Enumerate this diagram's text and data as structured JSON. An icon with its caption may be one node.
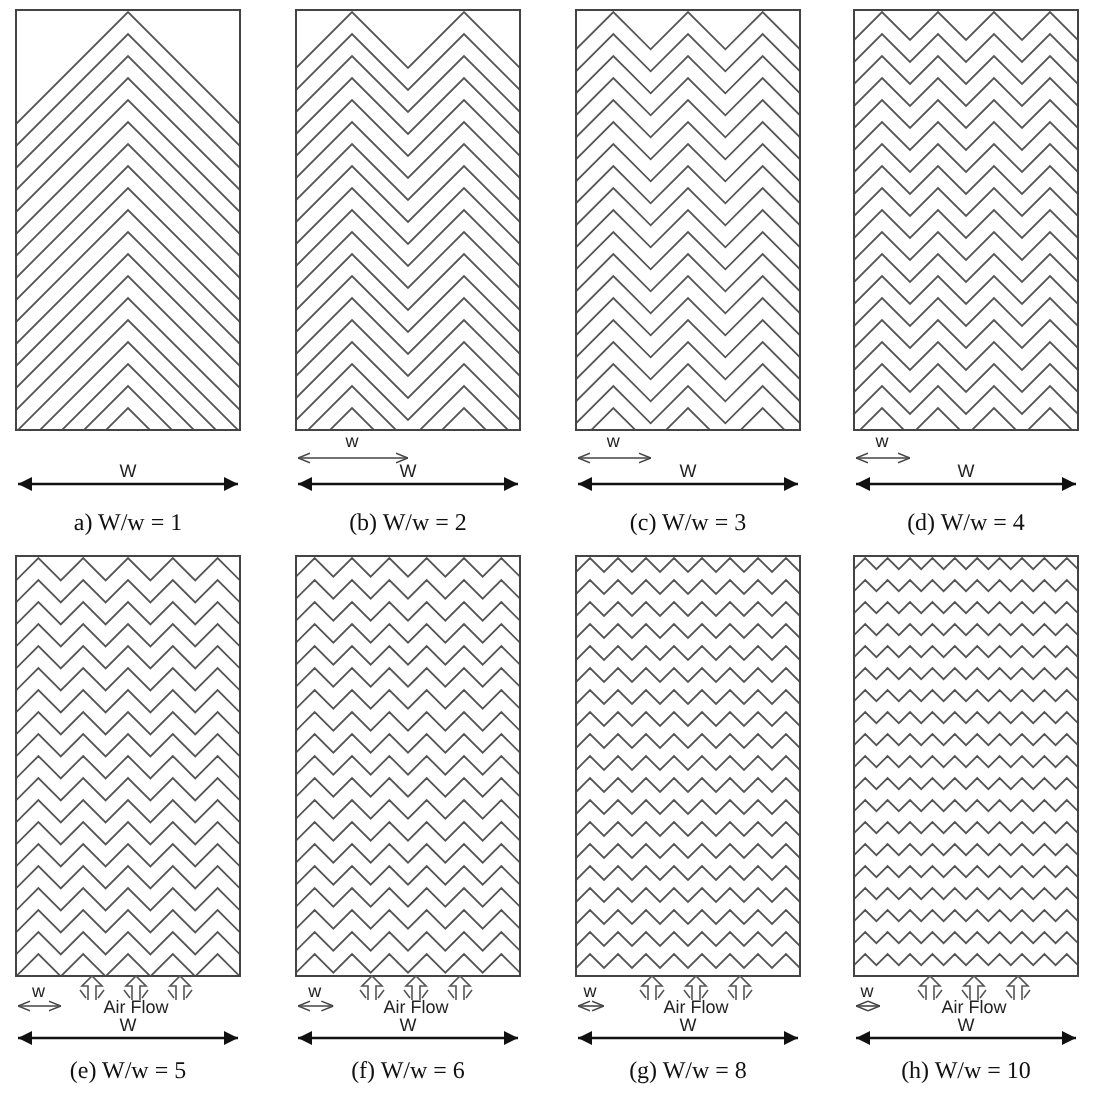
{
  "diagram": {
    "labels": [
      "W",
      "a) W/w = 1",
      "w",
      "W",
      "(b) W/w = 2",
      "w",
      "W",
      "(c) W/w = 3",
      "w",
      "W",
      "(d) W/w = 4",
      "w",
      "Air Flow",
      "W",
      "(e) W/w = 5",
      "w",
      "Air Flow",
      "W",
      "(f) W/w = 6",
      "w",
      "Air Flow",
      "W",
      "(g) W/w = 8",
      "w",
      "Air Flow",
      "W",
      "(h) W/w = 10"
    ]
  }
}
